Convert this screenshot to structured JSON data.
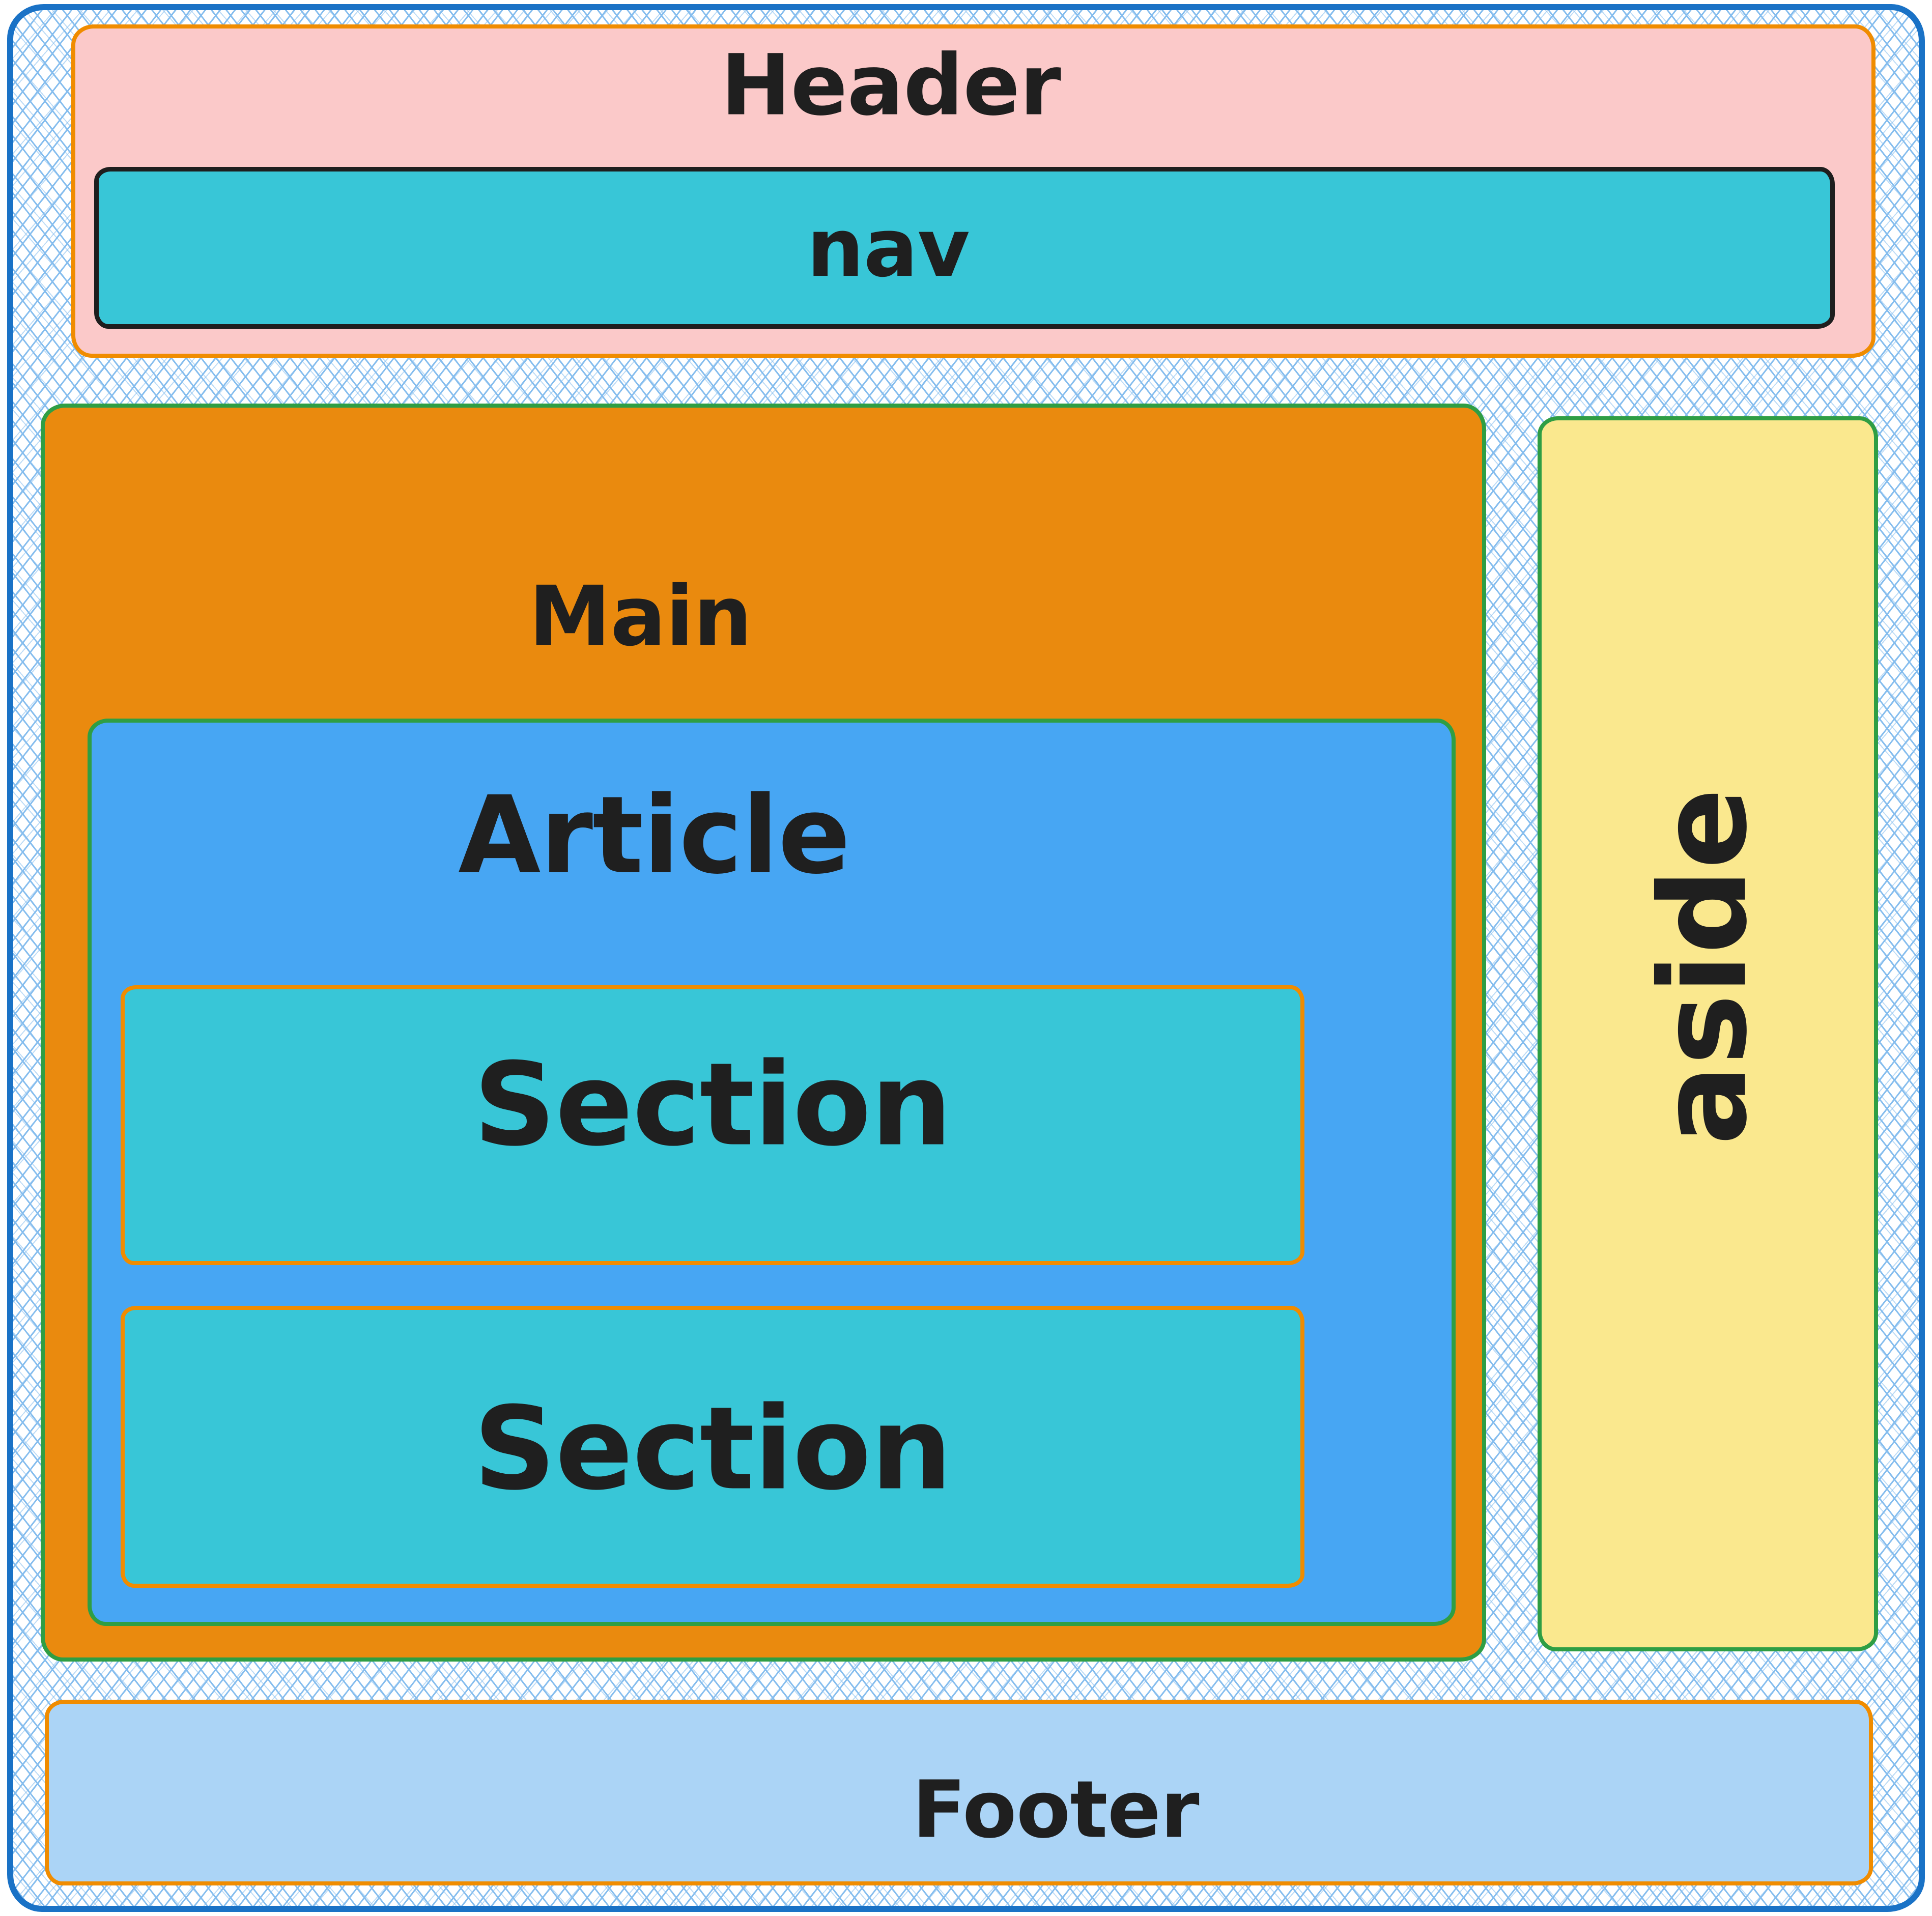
{
  "diagram": {
    "boxes": {
      "header": {
        "label": "Header"
      },
      "nav": {
        "label": "nav"
      },
      "main": {
        "label": "Main"
      },
      "article": {
        "label": "Article"
      },
      "section_1": {
        "label": "Section"
      },
      "section_2": {
        "label": "Section"
      },
      "aside": {
        "label": "aside"
      },
      "footer": {
        "label": "Footer"
      }
    },
    "colors": {
      "outer_stroke": "#1a72c6",
      "hatch_line": "#85bdee",
      "text": "#1f1f1f",
      "header_fill": "#fbc9c9",
      "header_stroke": "#f08c00",
      "nav_fill": "#38c6d7",
      "nav_stroke": "#1e1e1e",
      "main_fill": "#ea8a0e",
      "main_stroke": "#2f9e44",
      "article_fill": "#47a6f3",
      "article_stroke": "#2f9e44",
      "section_fill": "#38c6d7",
      "section_stroke": "#f08c00",
      "aside_fill": "#fae88e",
      "aside_stroke": "#2f9e44",
      "footer_fill": "#abd4f6",
      "footer_stroke": "#f08c00"
    }
  }
}
